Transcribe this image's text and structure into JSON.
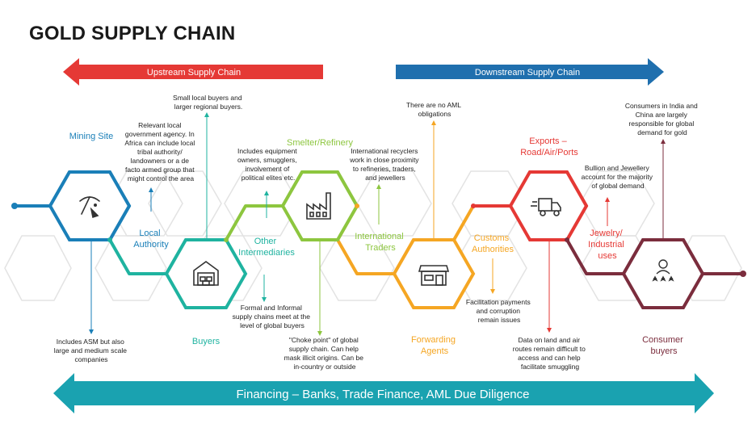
{
  "title": "GOLD SUPPLY CHAIN",
  "upstream_label": "Upstream Supply Chain",
  "downstream_label": "Downstream Supply Chain",
  "financing_label": "Financing – Banks, Trade Finance, AML Due Diligence",
  "colors": {
    "blue": "#1a7fb8",
    "teal": "#1fb3a0",
    "green": "#8dc63f",
    "orange": "#f5a623",
    "red": "#e53935",
    "maroon": "#7b2d3d",
    "dark_blue_arrow": "#1f6fae",
    "financing_arrow": "#1aa2b0",
    "title": "#1a1a1a"
  },
  "nodes": {
    "mining_site": {
      "label": "Mining  Site",
      "icon": "pickaxe-icon"
    },
    "local_authority": {
      "label_lines": [
        "Local",
        "Authority"
      ]
    },
    "buyers": {
      "label": "Buyers",
      "icon": "warehouse-icon"
    },
    "other_intermediaries": {
      "label_lines": [
        "Other",
        "Intermediaries"
      ]
    },
    "smelter_refinery": {
      "label": "Smelter/Refinery",
      "icon": "factory-icon"
    },
    "international_traders": {
      "label_lines": [
        "International",
        "Traders"
      ]
    },
    "forwarding_agents": {
      "label_lines": [
        "Forwarding",
        "Agents"
      ],
      "icon": "store-icon"
    },
    "customs_authorities": {
      "label_lines": [
        "Customs",
        "Authorities"
      ]
    },
    "exports": {
      "label_lines": [
        "Exports –",
        "Road/Air/Ports"
      ],
      "icon": "truck-icon"
    },
    "jewelry_industrial": {
      "label_lines": [
        "Jewelry/",
        "Industrial",
        "uses"
      ]
    },
    "consumer_buyers": {
      "label_lines": [
        "Consumer",
        "buyers"
      ],
      "icon": "rated-person-icon"
    }
  },
  "notes": {
    "asm": [
      "Includes ASM but also",
      "large and medium scale",
      "companies"
    ],
    "local_gov": [
      "Relevant local",
      "government agency. In",
      "Africa can include local",
      "tribal authority/",
      "landowners or a de",
      "facto armed group that",
      "might control the area"
    ],
    "small_buyers": [
      "Small local buyers and",
      "larger regional buyers."
    ],
    "equipment_owners": [
      "Includes equipment",
      "owners, smugglers,",
      "involvement of",
      "political elites etc."
    ],
    "formal_informal": [
      "Formal and Informal",
      "supply chains meet at the",
      "level of global buyers"
    ],
    "choke_point": [
      "\"Choke point\" of global",
      "supply chain. Can help",
      "mask illicit origins. Can be",
      "in-country or outside"
    ],
    "recyclers": [
      "International recyclers",
      "work in close proximity",
      "to refineries, traders,",
      "and jewellers"
    ],
    "no_aml": [
      "There are no AML",
      "obligations"
    ],
    "facilitation": [
      "Facilitation payments",
      "and corruption",
      "remain issues"
    ],
    "land_air": [
      "Data on land and air",
      "routes remain difficult to",
      "access and can help",
      "facilitate smuggling"
    ],
    "bullion": [
      "Bullion and Jewellery",
      "account for the majority",
      "of global demand"
    ],
    "consumers_india": [
      "Consumers in India and",
      "China are largely",
      "responsible for global",
      "demand for gold"
    ]
  }
}
